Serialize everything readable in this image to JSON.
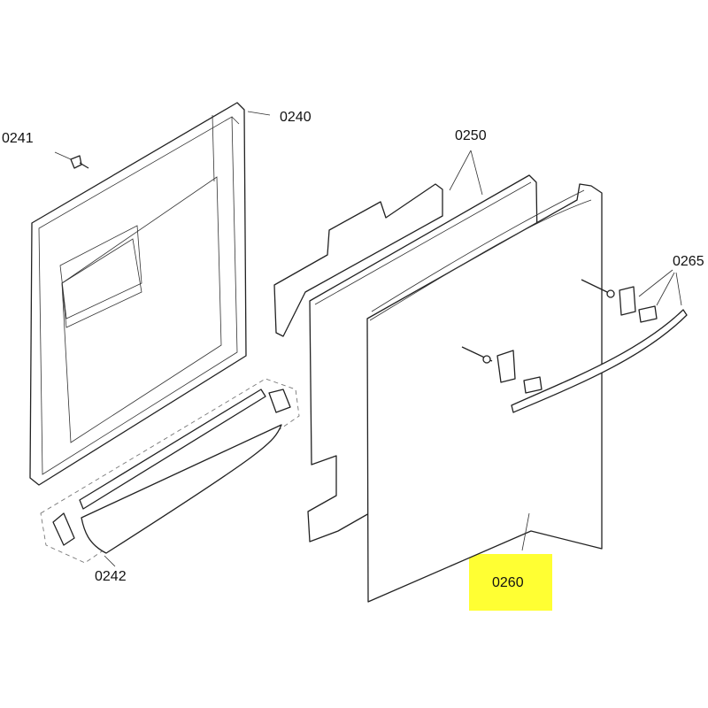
{
  "diagram": {
    "labels": {
      "inner_door": "0240",
      "screw": "0241",
      "kick_strip": "0242",
      "insulation": "0250",
      "door_panel": "0260",
      "handle_kit": "0265"
    },
    "highlighted_part": "0260",
    "highlight_color": "#ffff33"
  }
}
